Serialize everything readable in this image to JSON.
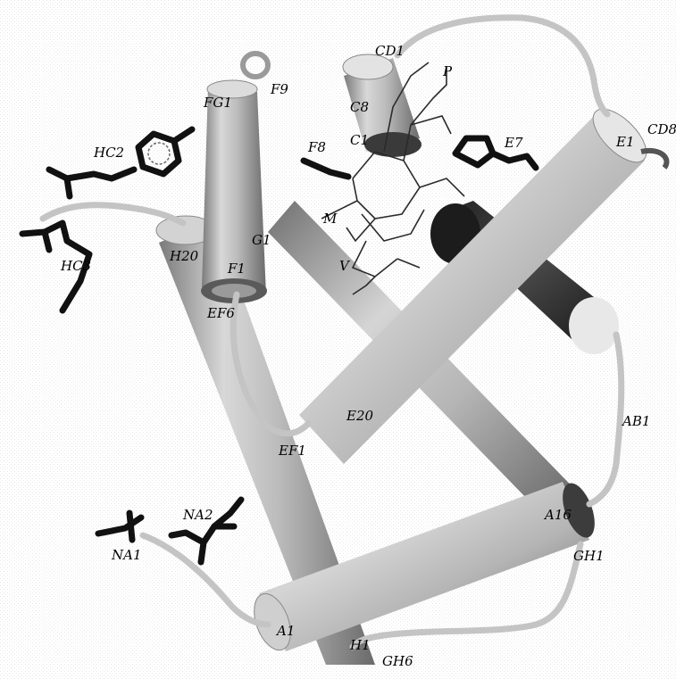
{
  "figure": {
    "kind": "protein ribbon/cylinder diagram",
    "colors": {
      "background": "#ffffff",
      "helix_light": "#d9d9d9",
      "helix_mid": "#a8a8a8",
      "helix_dark": "#555555",
      "loop": "#c9c9c9",
      "sticks": "#111111",
      "heme_wire": "#333333"
    }
  },
  "labels": {
    "FG1": "FG1",
    "F9": "F9",
    "CD1": "CD1",
    "P": "P",
    "C8": "C8",
    "C1": "C1",
    "CD8": "CD8",
    "E1": "E1",
    "E7": "E7",
    "F8": "F8",
    "HC2": "HC2",
    "HC3": "HC3",
    "M": "M",
    "G1": "G1",
    "H20": "H20",
    "F1": "F1",
    "V": "V",
    "EF6": "EF6",
    "E20": "E20",
    "EF1": "EF1",
    "AB1": "AB1",
    "A16": "A16",
    "GH1": "GH1",
    "NA2": "NA2",
    "NA1": "NA1",
    "A1": "A1",
    "H1": "H1",
    "GH6": "GH6"
  }
}
